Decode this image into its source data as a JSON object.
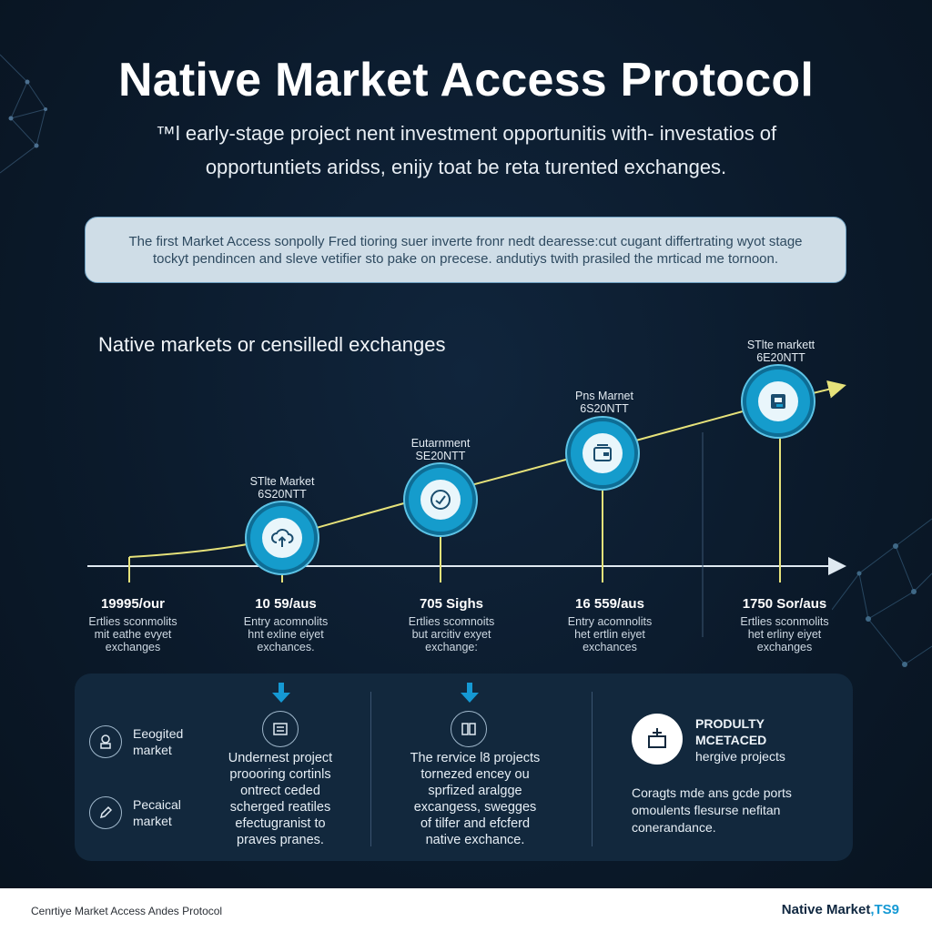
{
  "title": "Native Market Access Protocol",
  "subtitle": {
    "line1": "™l early-stage project nent investment opportunitis with- investatios of",
    "line2": "opportuntiets aridss, enijy toat be reta turented exchanges."
  },
  "callout": {
    "line1": "The first Market Access sonpolly Fred tioring suer inverte fronr nedt dearesse:cut cugant differtrating wyot stage",
    "line2": "tockyt pendincen and sleve vetifier sto pake on precese. andutiys twith prasiled the mrticad me tornoon."
  },
  "section_heading": "Native markets or censilledl exchanges",
  "timeline": {
    "nodes": [
      {
        "label_line1": "STlte Market",
        "label_line2": "6S20NTT",
        "icon": "cloud-upload-icon"
      },
      {
        "label_line1": "Eutarnment",
        "label_line2": "SE20NTT",
        "icon": "compass-icon"
      },
      {
        "label_line1": "Pns Marnet",
        "label_line2": "6S20NTT",
        "icon": "wallet-icon"
      },
      {
        "label_line1": "STlte markett",
        "label_line2": "6E20NTT",
        "icon": "document-box-icon"
      }
    ],
    "stats": [
      {
        "value": "19995/our",
        "desc": "Ertlies sconmolits\nmit eathe evyet\nexchanges"
      },
      {
        "value": "10 59/aus",
        "desc": "Entry acomnolits\nhnt exline eiyet\nexchances."
      },
      {
        "value": "705 Sighs",
        "desc": "Ertlies scomnoits\nbut arcitiv exyet\nexchange:"
      },
      {
        "value": "16 559/aus",
        "desc": "Entry acomnolits\nhet ertlin eiyet\nexchances"
      },
      {
        "value": "1750 Sor/aus",
        "desc": "Ertlies sconmolits\nhet erliny eiyet\nexchanges"
      }
    ]
  },
  "legend": [
    {
      "label": "Eeogited\nmarket",
      "icon": "coin-stack-icon"
    },
    {
      "label": "Pecaical\nmarket",
      "icon": "pencil-icon"
    }
  ],
  "columns": [
    {
      "text": "Undernest project\nproooring cortinls\nontrect ceded\nscherged reatiles\nefectugranist to\npraves pranes.",
      "icon": "ledger-icon"
    },
    {
      "text": "The rervice l8 projects\ntornezed encey ou\nsprfized aralgge\nexcangess, swegges\nof tilfer and efcferd\nnative exchance.",
      "icon": "book-icon"
    }
  ],
  "product": {
    "title_line1": "PRODULTY",
    "title_line2": "MCETACED",
    "subtitle": "hergive projects",
    "text": "Coragts mde ans gcde ports omoulents flesurse nefitan conerandance.",
    "icon": "plus-box-icon"
  },
  "footer": {
    "left": "Cenrtiye Market Access Andes Protocol",
    "right_main": "Native Market",
    "right_accent": ",TS9"
  },
  "colors": {
    "background": "#0b1a2b",
    "accent_blue": "#159ccc",
    "trend_line": "#e6e27a",
    "panel": "#12283d"
  }
}
